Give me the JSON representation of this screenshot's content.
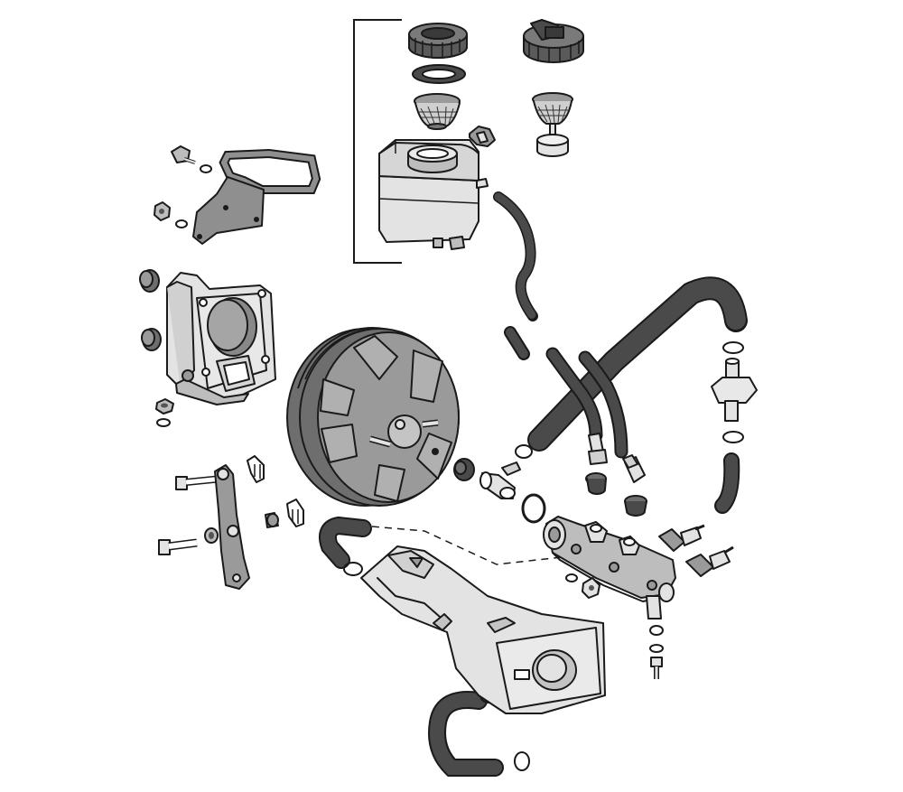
{
  "colors": {
    "background": "#ffffff",
    "outline": "#1a1a1a",
    "part_light": "#e3e3e3",
    "part_mid": "#cfcfcf",
    "part_dark": "#9a9a9a",
    "part_darker": "#6e6e6e",
    "hose_fill": "#454545"
  },
  "parts": [
    {
      "id": "reservoir-cap",
      "icon": "cap-icon"
    },
    {
      "id": "reservoir-cap-with-sensor",
      "icon": "cap-icon"
    },
    {
      "id": "cap-seal",
      "icon": "ring-icon"
    },
    {
      "id": "reservoir-strainer",
      "icon": "strainer-icon"
    },
    {
      "id": "strainer-with-float",
      "icon": "strainer-icon"
    },
    {
      "id": "reservoir-clip",
      "icon": "clip-icon"
    },
    {
      "id": "fluid-reservoir",
      "icon": "reservoir-icon"
    },
    {
      "id": "mounting-bracket",
      "icon": "bracket-icon"
    },
    {
      "id": "booster-support-bracket",
      "icon": "bracket-icon"
    },
    {
      "id": "brake-booster",
      "icon": "booster-icon"
    },
    {
      "id": "pedal-lever",
      "icon": "lever-icon"
    },
    {
      "id": "master-cylinder",
      "icon": "cylinder-icon"
    },
    {
      "id": "pressure-switch",
      "icon": "switch-icon"
    },
    {
      "id": "check-valve-elbow",
      "icon": "valve-icon"
    },
    {
      "id": "vacuum-hoses",
      "icon": "hose-icon"
    },
    {
      "id": "bottom-cover",
      "icon": "cover-icon"
    }
  ]
}
